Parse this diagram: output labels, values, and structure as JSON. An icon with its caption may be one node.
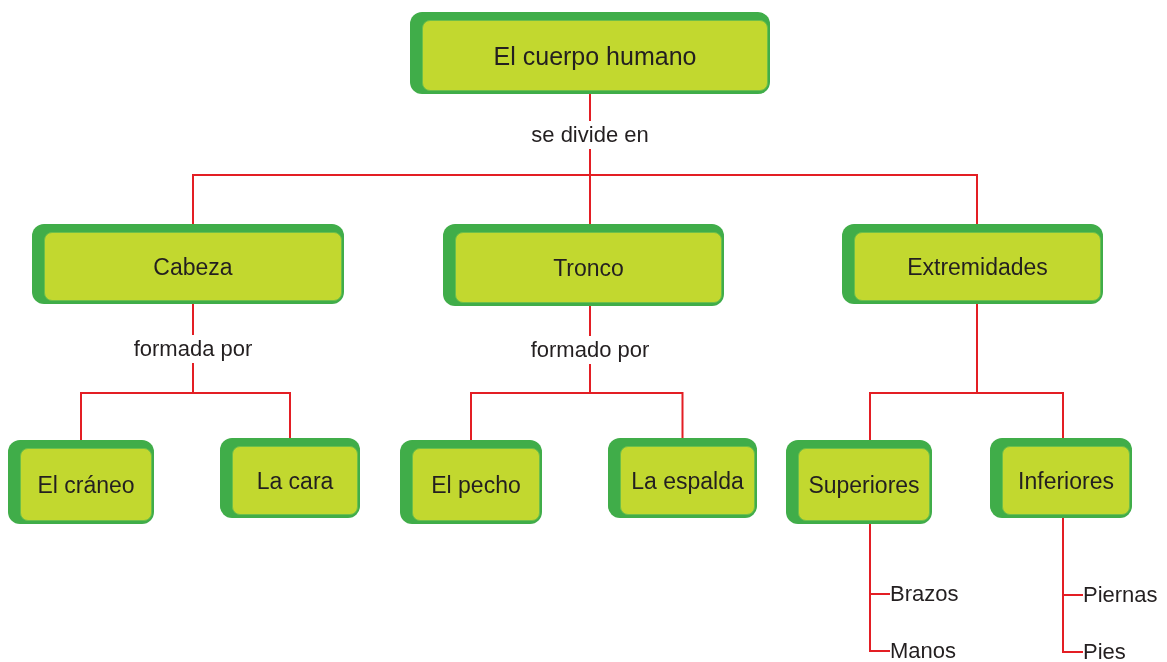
{
  "diagram": {
    "nodes": [
      {
        "text": [
          "El cuerpo humano"
        ]
      },
      {
        "text": [
          "Cabeza"
        ]
      },
      {
        "text": [
          "Tronco"
        ]
      },
      {
        "text": [
          "Extremidades"
        ]
      },
      {
        "text": [
          "El cráneo"
        ]
      },
      {
        "text": [
          "La cara"
        ]
      },
      {
        "text": [
          "El pecho"
        ]
      },
      {
        "text": [
          "La espalda"
        ]
      },
      {
        "text": [
          "Superiores"
        ]
      },
      {
        "text": [
          "Inferiores"
        ]
      },
      {
        "text": [
          "Brazos"
        ]
      },
      {
        "text": [
          "Manos"
        ]
      },
      {
        "text": [
          "Piernas"
        ]
      },
      {
        "text": [
          "Pies"
        ]
      }
    ],
    "edges": [
      {
        "from": 0,
        "to": 1,
        "arrow": "none"
      },
      {
        "from": 0,
        "to": 2,
        "arrow": "none",
        "label": "se divide en"
      },
      {
        "from": 0,
        "to": 3,
        "arrow": "none"
      },
      {
        "from": 1,
        "to": 4,
        "arrow": "none",
        "label": "formada por"
      },
      {
        "from": 1,
        "to": 5,
        "arrow": "none"
      },
      {
        "from": 2,
        "to": 6,
        "arrow": "none",
        "label": "formado por"
      },
      {
        "from": 2,
        "to": 7,
        "arrow": "none"
      },
      {
        "from": 3,
        "to": 8,
        "arrow": "none"
      },
      {
        "from": 3,
        "to": 9,
        "arrow": "none"
      },
      {
        "from": 8,
        "to": 10,
        "arrow": "none"
      },
      {
        "from": 8,
        "to": 11,
        "arrow": "none"
      },
      {
        "from": 9,
        "to": 12,
        "arrow": "none"
      },
      {
        "from": 9,
        "to": 13,
        "arrow": "none"
      }
    ]
  }
}
